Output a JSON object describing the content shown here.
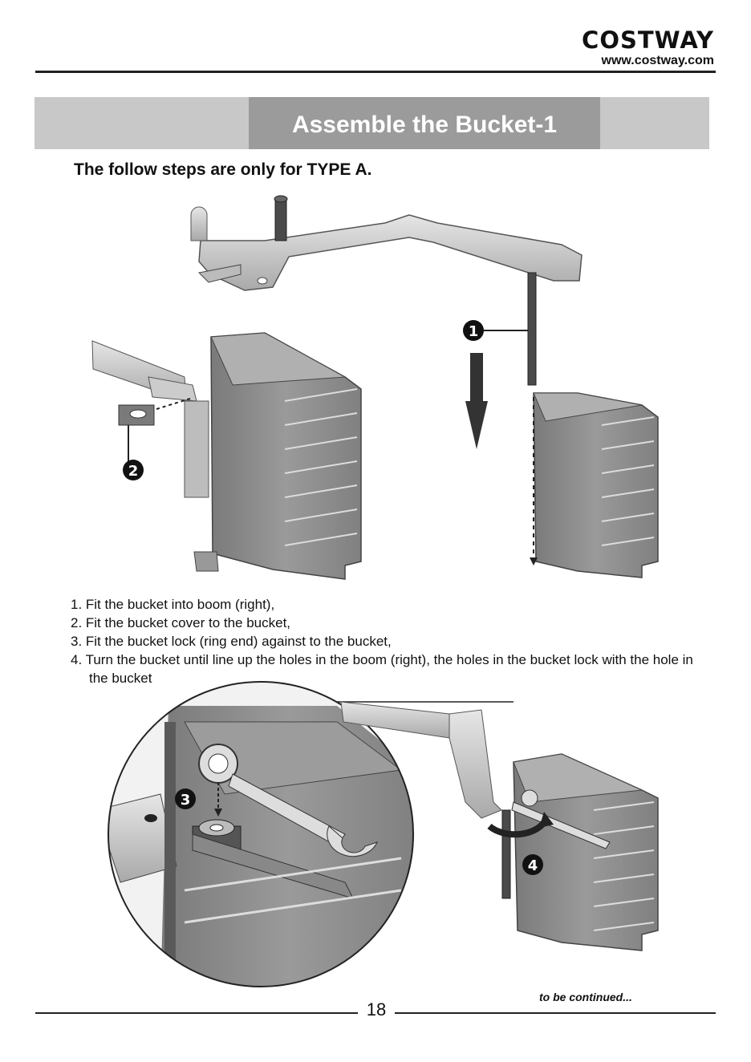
{
  "brand": {
    "name": "COSTWAY",
    "url": "www.costway.com"
  },
  "banner": {
    "title": "Assemble the Bucket-1"
  },
  "note": "The follow steps are only for TYPE A.",
  "steps": [
    "1. Fit the bucket into boom (right),",
    "2. Fit the bucket cover to the bucket,",
    "3. Fit the bucket lock (ring end) against to the bucket,",
    "4. Turn the bucket until line up the holes in the boom (right), the holes in the bucket lock with the hole in the bucket"
  ],
  "callouts": [
    "1",
    "2",
    "3",
    "4"
  ],
  "footer": {
    "continued": "to be continued...",
    "page_number": "18"
  },
  "colors": {
    "banner_light": "#c8c8c8",
    "banner_dark": "#9b9b9b",
    "part_gray": "#8c8c8c",
    "badge": "#111111"
  }
}
